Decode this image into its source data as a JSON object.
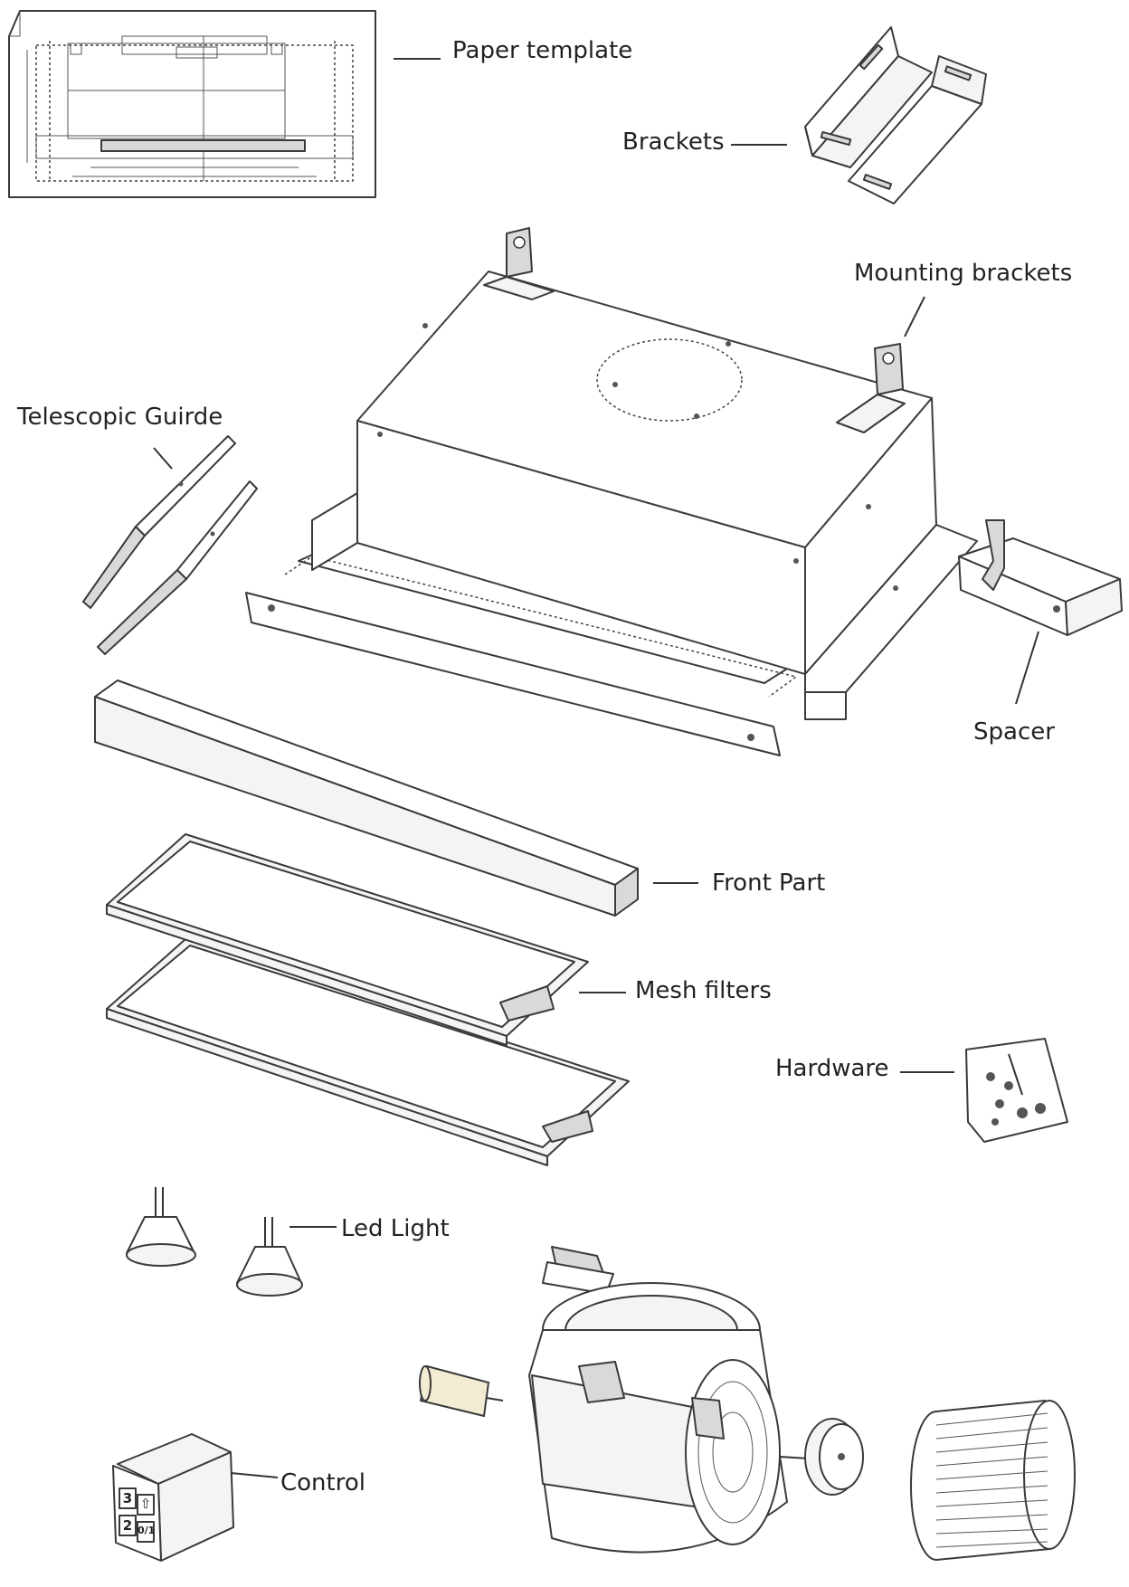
{
  "labels": {
    "paper_template": "Paper template",
    "brackets": "Brackets",
    "mounting_brackets": "Mounting brackets",
    "telescopic_guide": "Telescopic Guirde",
    "spacer": "Spacer",
    "front_part": "Front Part",
    "mesh_filters": "Mesh filters",
    "hardware": "Hardware",
    "led_light": "Led Light",
    "control": "Control"
  },
  "control_panel": {
    "key_3": "3",
    "key_2": "2",
    "key_up": "⇧",
    "key_power": "0/1"
  }
}
